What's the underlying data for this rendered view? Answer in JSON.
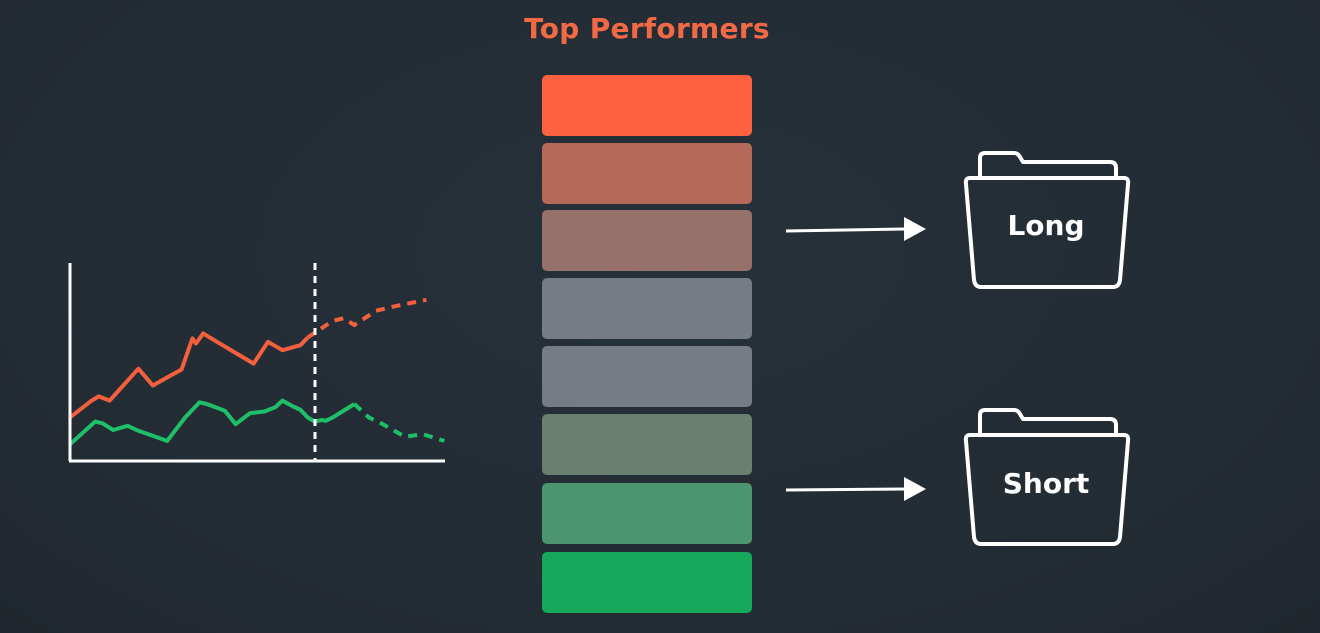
{
  "title": "Top Performers",
  "colors": {
    "background": "#242d36",
    "title": "#f26a45",
    "orange_series": "#f2603e",
    "green_series": "#1fbf6a",
    "axis": "#ffffff"
  },
  "ranking": {
    "boxes": [
      {
        "rank": 1,
        "color": "#fc6240"
      },
      {
        "rank": 2,
        "color": "#b4695a"
      },
      {
        "rank": 3,
        "color": "#957169"
      },
      {
        "rank": 4,
        "color": "#777c84"
      },
      {
        "rank": 5,
        "color": "#777c84"
      },
      {
        "rank": 6,
        "color": "#6a7f70"
      },
      {
        "rank": 7,
        "color": "#4d9470"
      },
      {
        "rank": 8,
        "color": "#15a85a"
      }
    ]
  },
  "folders": {
    "long_label": "Long",
    "short_label": "Short"
  },
  "line_chart": {
    "series": [
      {
        "color": "#f2603e",
        "history": [
          [
            0,
            40
          ],
          [
            6,
            60
          ],
          [
            8,
            65
          ],
          [
            11,
            60
          ],
          [
            19,
            98
          ],
          [
            23,
            78
          ],
          [
            28,
            90
          ],
          [
            31,
            97
          ],
          [
            34,
            134
          ],
          [
            35,
            128
          ],
          [
            37,
            140
          ],
          [
            40,
            132
          ],
          [
            51,
            104
          ],
          [
            55,
            130
          ],
          [
            59,
            120
          ],
          [
            64,
            126
          ],
          [
            66,
            135
          ]
        ],
        "forecast": [
          [
            66,
            135
          ],
          [
            73,
            155
          ],
          [
            76,
            158
          ],
          [
            79,
            150
          ],
          [
            85,
            167
          ],
          [
            91,
            173
          ],
          [
            99,
            180
          ]
        ]
      },
      {
        "color": "#1fbf6a",
        "history": [
          [
            0,
            8
          ],
          [
            7,
            35
          ],
          [
            9,
            33
          ],
          [
            12,
            25
          ],
          [
            16,
            30
          ],
          [
            19,
            24
          ],
          [
            27,
            12
          ],
          [
            32,
            40
          ],
          [
            36,
            58
          ],
          [
            38,
            56
          ],
          [
            43,
            48
          ],
          [
            46,
            32
          ],
          [
            50,
            45
          ],
          [
            54,
            47
          ],
          [
            57,
            52
          ],
          [
            59,
            60
          ],
          [
            62,
            53
          ],
          [
            64,
            49
          ],
          [
            66,
            40
          ],
          [
            68,
            35
          ],
          [
            70,
            37
          ],
          [
            71,
            36
          ],
          [
            73,
            40
          ],
          [
            79,
            56
          ]
        ],
        "forecast": [
          [
            79,
            56
          ],
          [
            83,
            40
          ],
          [
            86,
            34
          ],
          [
            93,
            17
          ],
          [
            98,
            20
          ],
          [
            104,
            12
          ]
        ]
      }
    ]
  }
}
